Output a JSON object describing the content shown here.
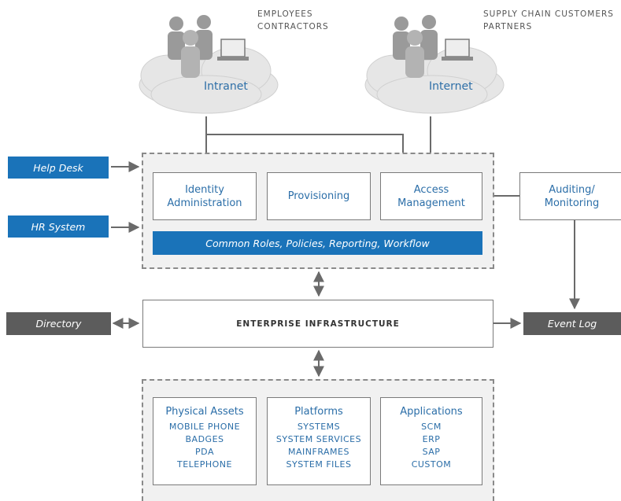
{
  "groups": {
    "employees": [
      "EMPLOYEES",
      "CONTRACTORS"
    ],
    "customers": [
      "SUPPLY CHAIN CUSTOMERS",
      "PARTNERS"
    ]
  },
  "clouds": {
    "intranet": "Intranet",
    "internet": "Internet"
  },
  "sources": {
    "help_desk": "Help Desk",
    "hr_system": "HR System"
  },
  "modules": {
    "identity": "Identity Administration",
    "provisioning": "Provisioning",
    "access": "Access Management",
    "auditing": "Auditing/ Monitoring"
  },
  "common_bar": "Common Roles, Policies, Reporting, Workflow",
  "infrastructure": "ENTERPRISE INFRASTRUCTURE",
  "directory": "Directory",
  "event_log": "Event Log",
  "assets": [
    {
      "title": "Physical Assets",
      "items": [
        "MOBILE PHONE",
        "BADGES",
        "PDA",
        "TELEPHONE"
      ]
    },
    {
      "title": "Platforms",
      "items": [
        "SYSTEMS",
        "SYSTEM SERVICES",
        "MAINFRAMES",
        "SYSTEM FILES"
      ]
    },
    {
      "title": "Applications",
      "items": [
        "SCM",
        "ERP",
        "SAP",
        "CUSTOM"
      ]
    }
  ],
  "colors": {
    "accent_blue": "#1a73b9",
    "dark_gray": "#5c5c5c",
    "arrow": "#6a6a6a"
  }
}
